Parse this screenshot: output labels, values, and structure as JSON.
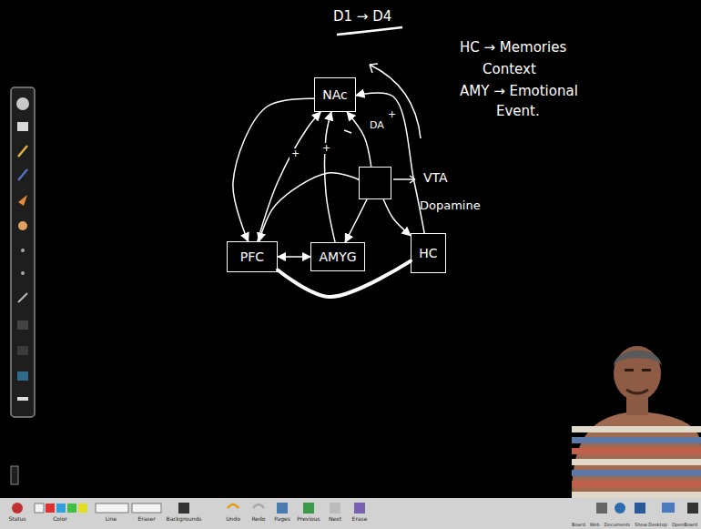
{
  "diagram": {
    "title": "D1 → D4",
    "nodes": [
      {
        "text": [
          "NAc"
        ]
      },
      {
        "text": [
          "VTA",
          "Dopamine"
        ]
      },
      {
        "text": [
          "PFC"
        ]
      },
      {
        "text": [
          "AMYG"
        ]
      },
      {
        "text": [
          "HC"
        ]
      }
    ],
    "edges": [
      {
        "from": 1,
        "to": 0,
        "label": "DA",
        "arrow": "to"
      },
      {
        "from": 0,
        "to": 2,
        "arrow": "to"
      },
      {
        "from": 2,
        "to": 0,
        "label": "+",
        "arrow": "to"
      },
      {
        "from": 3,
        "to": 0,
        "label": "+",
        "arrow": "to"
      },
      {
        "from": 4,
        "to": 0,
        "label": "+",
        "arrow": "to"
      },
      {
        "from": 1,
        "to": 2,
        "arrow": "to"
      },
      {
        "from": 1,
        "to": 3,
        "arrow": "to"
      },
      {
        "from": 1,
        "to": 4,
        "arrow": "to"
      },
      {
        "from": 2,
        "to": 3,
        "arrow": "both"
      },
      {
        "from": 2,
        "to": 4,
        "arrow": "none"
      }
    ],
    "labels": [
      "HC → Memories",
      "Context",
      "AMY → Emotional",
      "Event.",
      "Status",
      "Color",
      "Line",
      "Eraser",
      "Backgrounds",
      "Undo",
      "Redo",
      "Pages",
      "Previous",
      "Next",
      "Erase",
      "Board",
      "Web",
      "Documents",
      "Show Desktop",
      "OpenBoard"
    ]
  }
}
